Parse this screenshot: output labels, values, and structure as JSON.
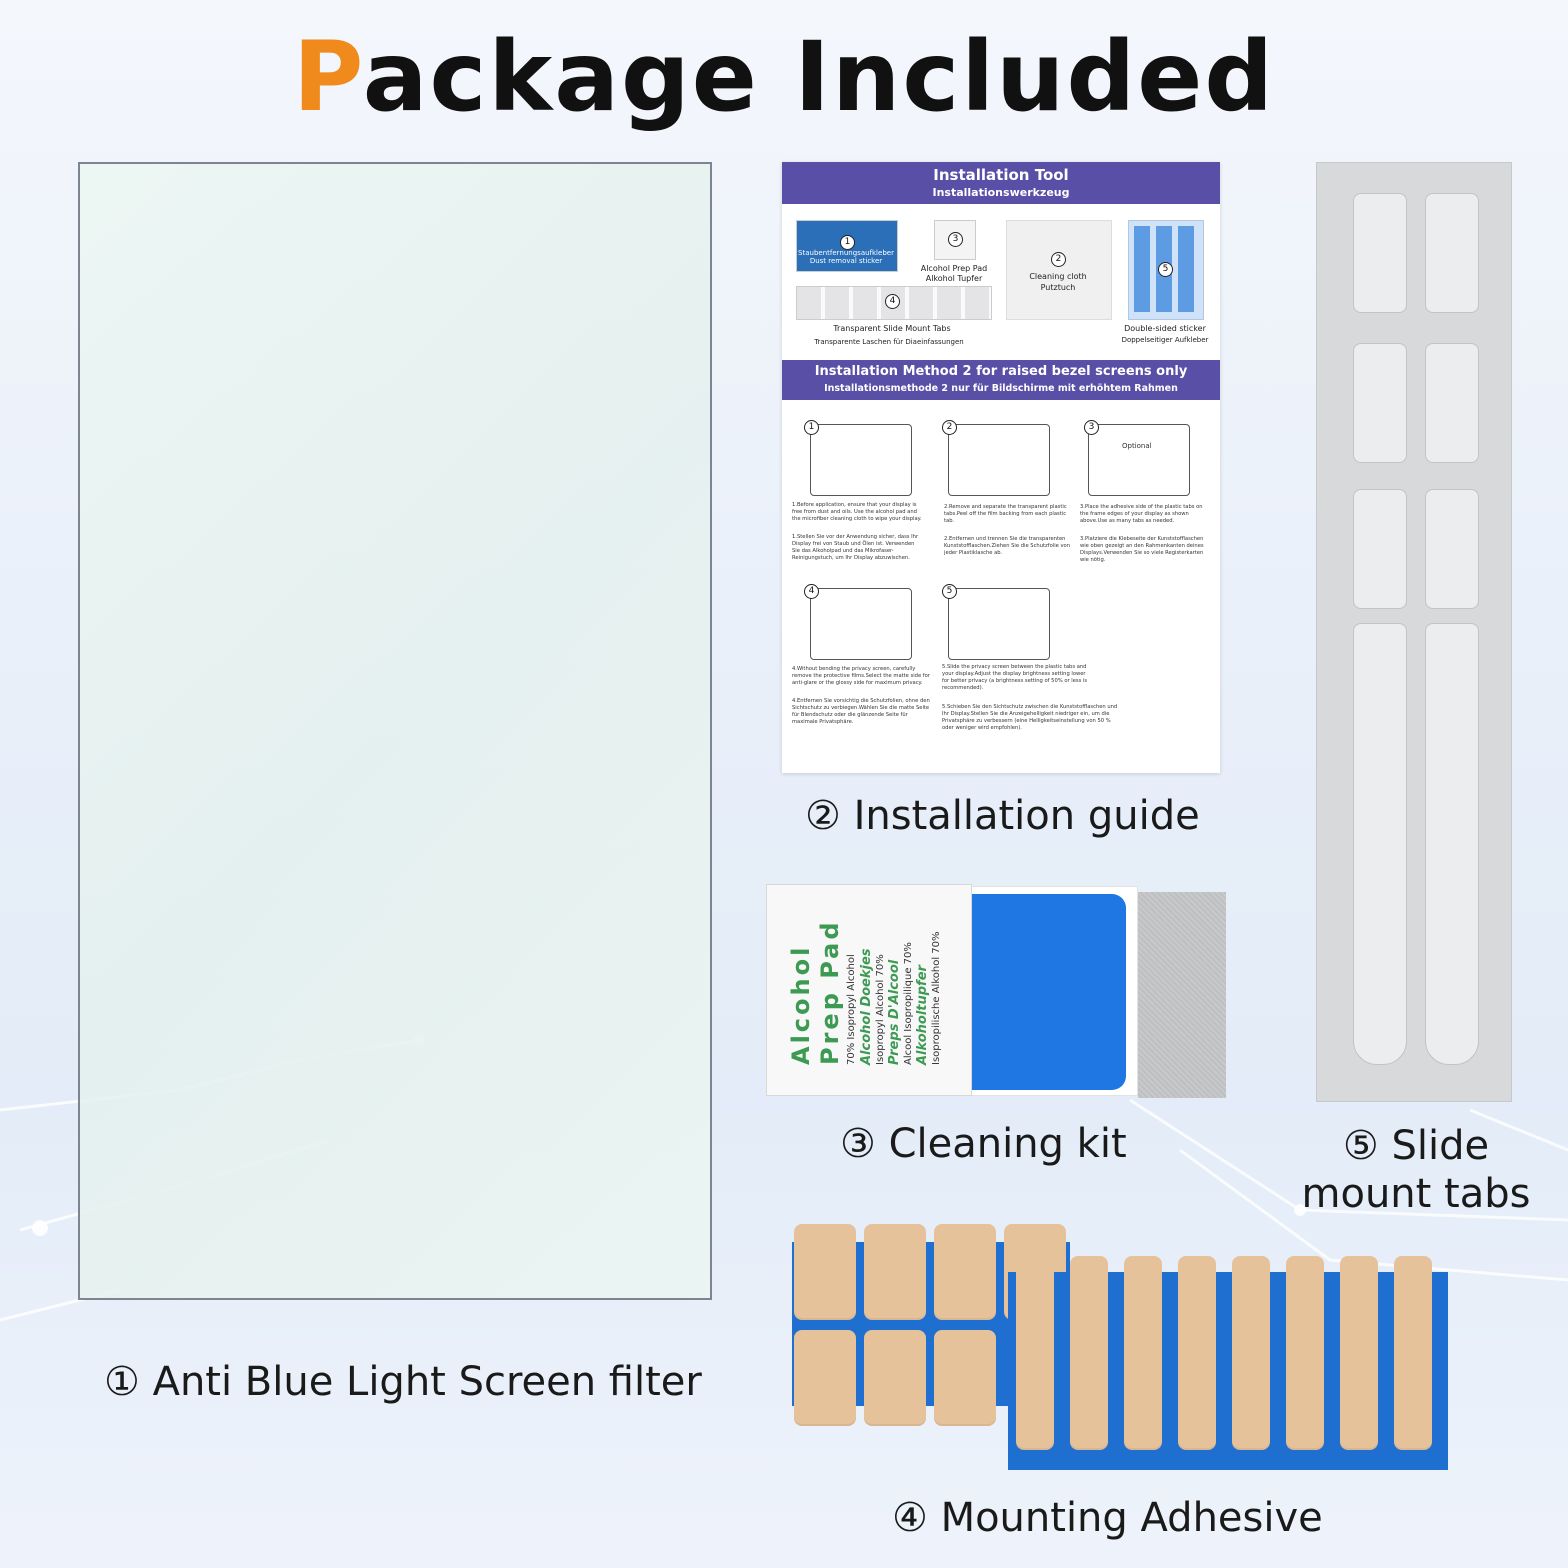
{
  "title": {
    "accent": "P",
    "rest": "ackage Included"
  },
  "items": [
    {
      "caption": "① Anti Blue Light Screen filter"
    },
    {
      "caption": "② Installation guide"
    },
    {
      "caption": "③ Cleaning kit"
    },
    {
      "caption": "④ Mounting Adhesive"
    },
    {
      "caption_line1": "⑤ Slide",
      "caption_line2": "mount tabs"
    }
  ],
  "guide": {
    "header_title": "Installation Tool",
    "header_subtitle": "Installationswerkzeug",
    "tool_1": {
      "num": "1",
      "line1": "Staubentfernungsaufkleber",
      "line2": "Dust removal sticker"
    },
    "tool_2": {
      "num": "2",
      "line1": "Cleaning cloth",
      "line2": "Putztuch"
    },
    "tool_3": {
      "num": "3",
      "line1": "Alcohol Prep Pad",
      "line2": "Alkohol Tupfer"
    },
    "tool_4": {
      "num": "4",
      "line1": "Transparent Slide Mount Tabs",
      "line2": "Transparente Laschen für Diaeinfassungen"
    },
    "tool_5": {
      "num": "5",
      "line1": "Double-sided sticker",
      "line2": "Doppelseitiger Aufkleber"
    },
    "method_title": "Installation Method 2 for raised bezel screens only",
    "method_subtitle": "Installationsmethode 2 nur für Bildschirme mit erhöhtem Rahmen",
    "step_3_label": "Optional",
    "steps": [
      {
        "num": "1",
        "en": "1.Before application, ensure that your display is free from dust and oils. Use the alcohol pad and the microfiber cleaning cloth to wipe your display.",
        "de": "1.Stellen Sie vor der Anwendung sicher, dass Ihr Display frei von Staub und Ölen ist. Verwenden Sie das Alkoholpad und das Mikrofaser-Reinigungstuch, um Ihr Display abzuwischen."
      },
      {
        "num": "2",
        "en": "2.Remove and separate the transparent plastic tabs.Peel off the film backing from each plastic tab.",
        "de": "2.Entfernen und trennen Sie die transparenten Kunststofflaschen.Ziehen Sie die Schutzfolie von jeder Plastiklasche ab."
      },
      {
        "num": "3",
        "en": "3.Place the adhesive side of the plastic tabs on the frame edges of your display as shown above.Use as many tabs as needed.",
        "de": "3.Platziere die Klebeseite der Kunststofflaschen wie oben gezeigt an den Rahmenkanten deines Displays.Verwenden Sie so viele Registerkarten wie nötig."
      },
      {
        "num": "4",
        "en": "4.Without bending the privacy screen, carefully remove the protective films.Select the matte side for anti-glare or the glossy side for maximum privacy.",
        "de": "4.Entfernen Sie vorsichtig die Schutzfolien, ohne den Sichtschutz zu verbiegen.Wählen Sie die matte Seite für Blendschutz oder die glänzende Seite für maximale Privatsphäre."
      },
      {
        "num": "5",
        "en": "5.Slide the privacy screen between the plastic tabs and your display.Adjust the display brightness setting lower for better privacy (a brightness setting of 50% or less is recommended).",
        "de": "5.Schieben Sie den Sichtschutz zwischen die Kunststofflaschen und Ihr Display.Stellen Sie die Anzeigehelligkeit niedriger ein, um die Privatsphäre zu verbessern (eine Helligkeitseinstellung von 50 % oder weniger wird empfohlen)."
      }
    ]
  },
  "prep_pad": {
    "line_1": "Alcohol",
    "line_2": "Prep Pad",
    "line_3": "70% Isopropyl Alcohol",
    "line_4": "Alcohol Doekjes",
    "line_5": "Isopropyl Alcohol 70%",
    "line_6": "Preps D'Alcool",
    "line_7": "Alcool Isopropilique 70%",
    "line_8": "Alkoholtupfer",
    "line_9": "Isopropilische Alkohol 70%"
  },
  "colors": {
    "accent": "#f08a1c",
    "guide_band": "#5a4fa6",
    "adhesive_backing": "#1f6fd0",
    "adhesive_pad": "#e6c29b",
    "squeegee": "#1f77e3",
    "prep_text": "#3c9a52"
  }
}
